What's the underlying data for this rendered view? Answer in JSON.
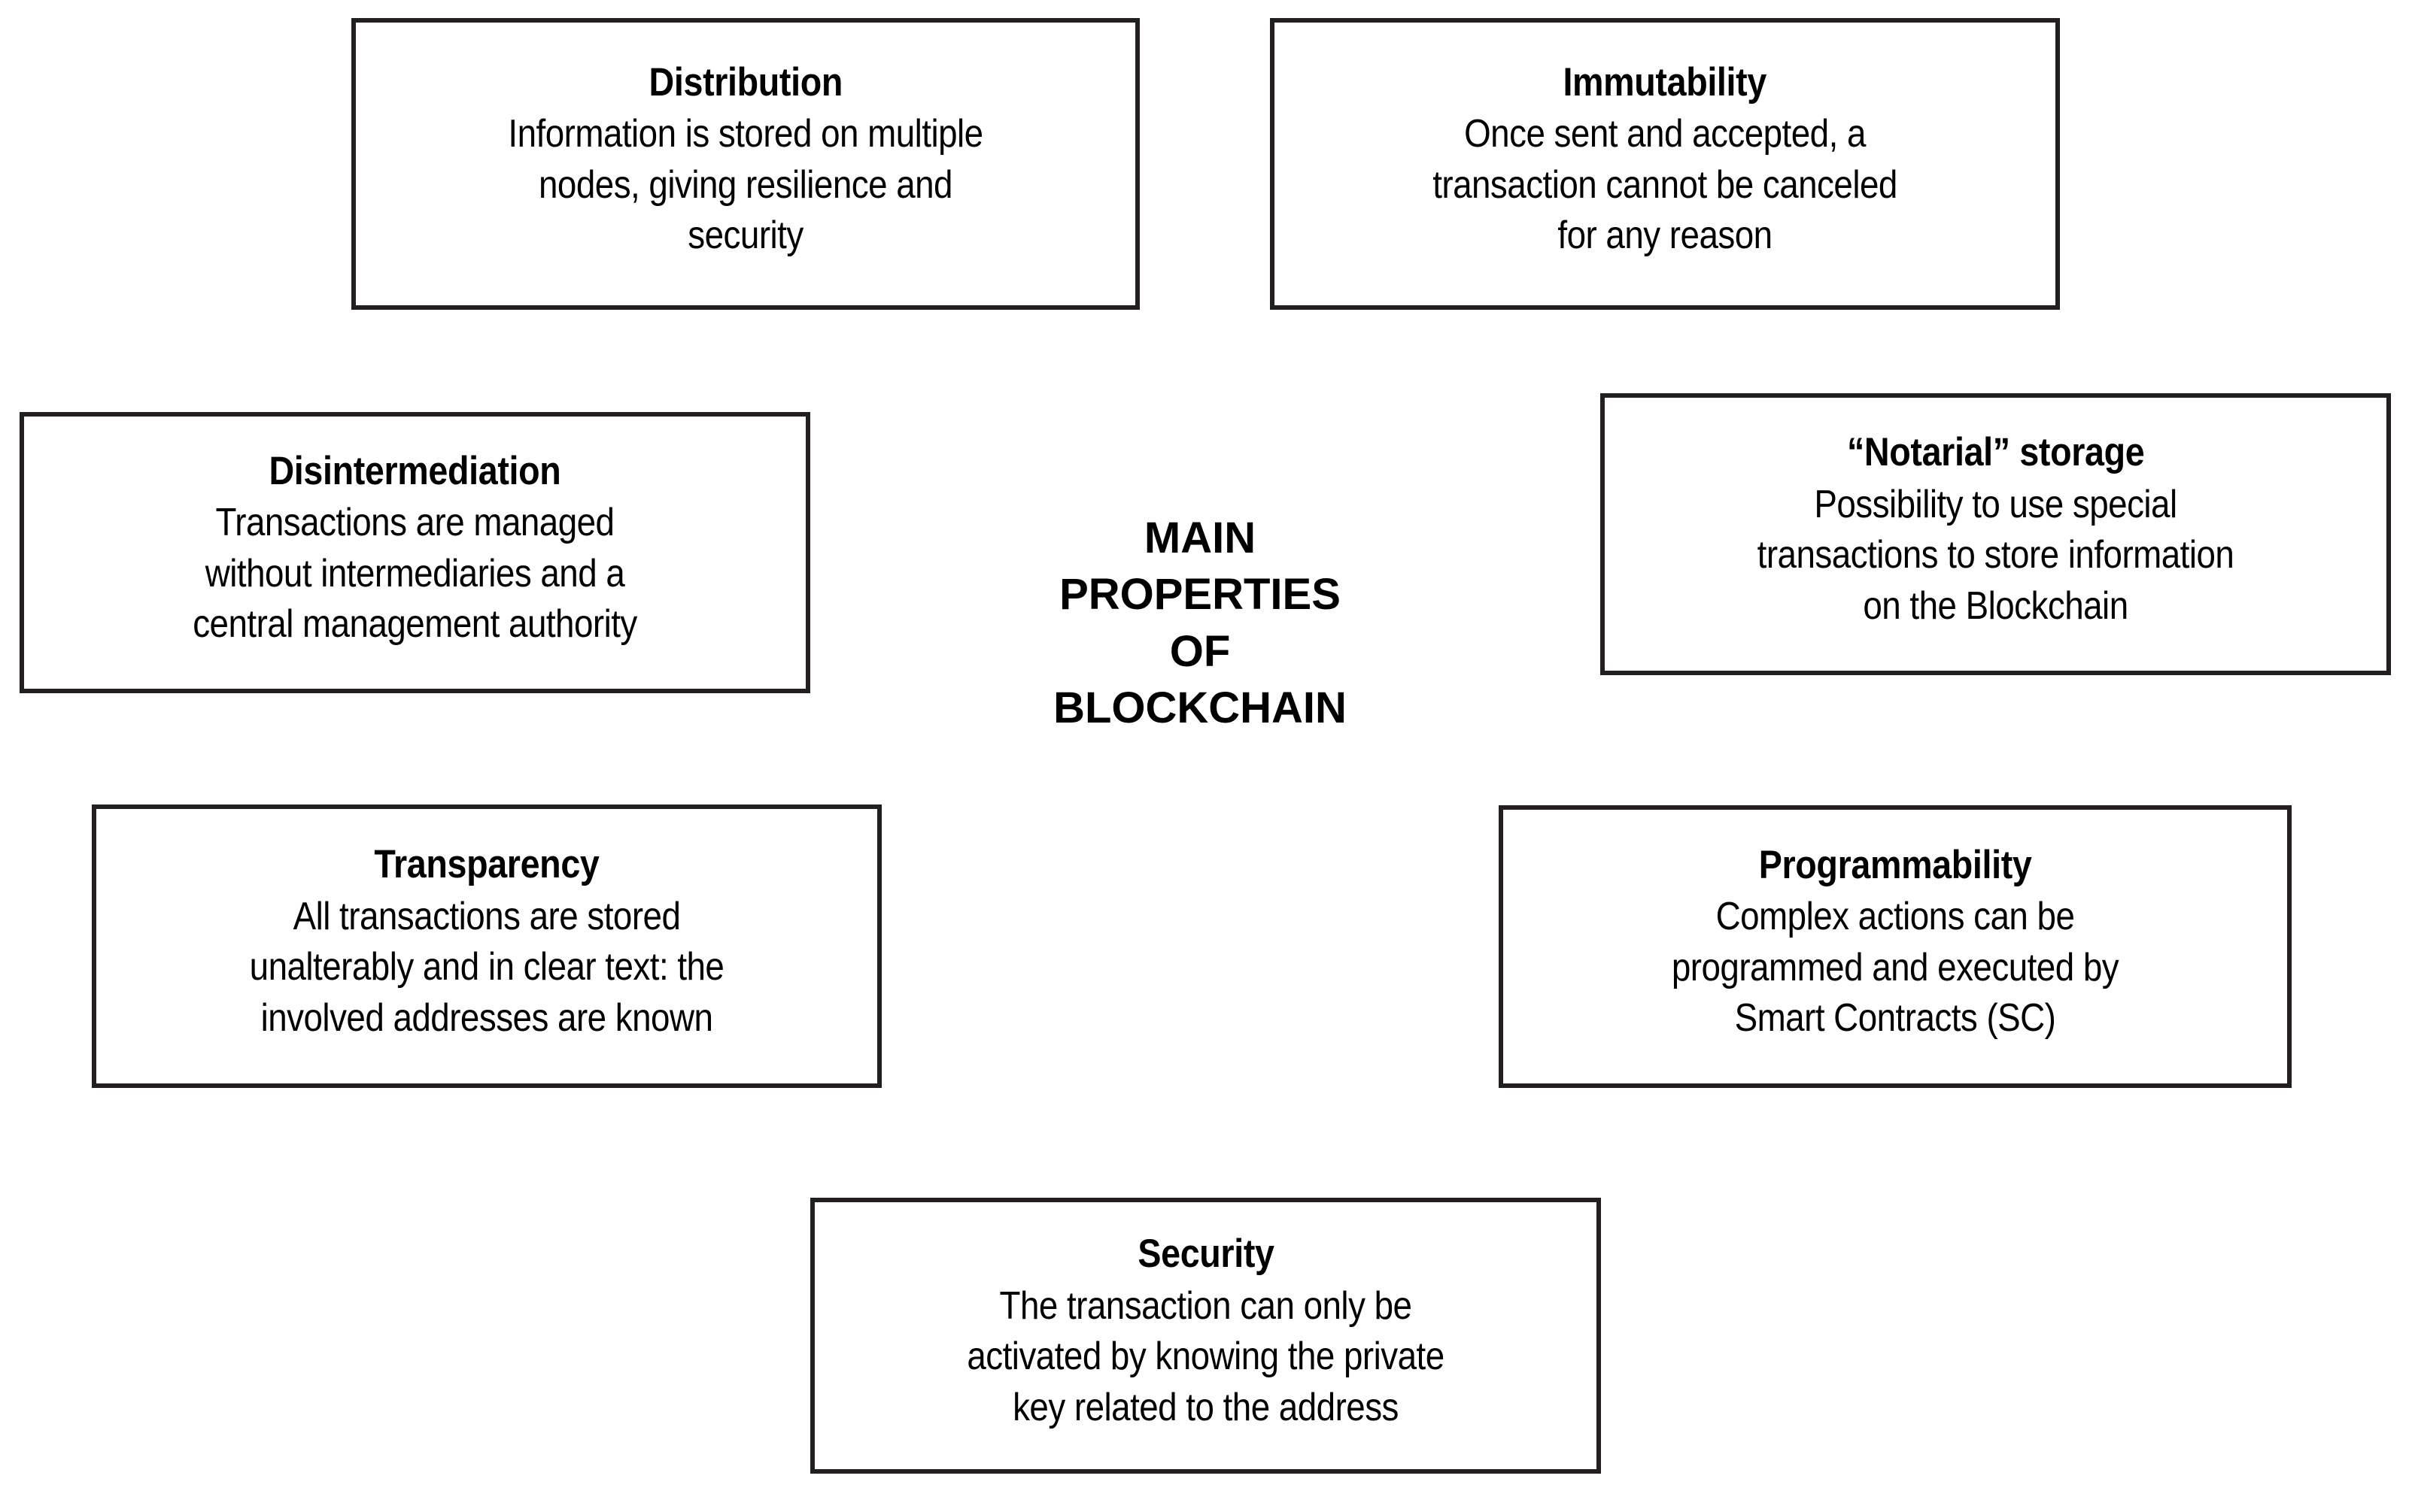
{
  "diagram": {
    "center": {
      "name": "main-properties-of-blockchain",
      "lines": [
        "MAIN",
        "PROPERTIES",
        "OF",
        "BLOCKCHAIN"
      ],
      "line1": "MAIN",
      "line2": "PROPERTIES",
      "line3": "OF",
      "line4": "BLOCKCHAIN"
    },
    "boxes": [
      {
        "id": "distribution",
        "title": "Distribution",
        "lines": [
          "Information is stored on multiple",
          "nodes, giving resilience and",
          "security"
        ],
        "line1": "Information is stored on multiple",
        "line2": "nodes, giving resilience and",
        "line3": "security",
        "text": "Information is stored on multiple nodes, giving resilience and security"
      },
      {
        "id": "immutability",
        "title": "Immutability",
        "lines": [
          "Once sent and accepted, a",
          "transaction cannot be canceled",
          "for any reason"
        ],
        "line1": "Once sent and accepted, a",
        "line2": "transaction cannot be canceled",
        "line3": "for any reason",
        "text": "Once sent and accepted, a transaction cannot be canceled for any reason"
      },
      {
        "id": "disintermediation",
        "title": "Disintermediation",
        "lines": [
          "Transactions are managed",
          "without intermediaries and a",
          "central management authority"
        ],
        "line1": "Transactions are managed",
        "line2": "without intermediaries and a",
        "line3": "central management authority",
        "text": "Transactions are managed without intermediaries and a central management authority"
      },
      {
        "id": "notarial-storage",
        "title": "“Notarial” storage",
        "lines": [
          "Possibility to use special",
          "transactions to store information",
          "on the Blockchain"
        ],
        "line1": "Possibility to use special",
        "line2": "transactions to store information",
        "line3": "on the Blockchain",
        "text": "Possibility to use special transactions to store information on the Blockchain"
      },
      {
        "id": "transparency",
        "title": "Transparency",
        "lines": [
          "All transactions are stored",
          "unalterably and in clear text: the",
          "involved addresses are known"
        ],
        "line1": "All transactions are stored",
        "line2": "unalterably and in clear text: the",
        "line3": "involved addresses are known",
        "text": "All transactions are stored unalterably and in clear text: the involved addresses are known"
      },
      {
        "id": "programmability",
        "title": "Programmability",
        "lines": [
          "Complex actions can be",
          "programmed and executed by",
          "Smart Contracts (SC)"
        ],
        "line1": "Complex actions can be",
        "line2": "programmed and executed by",
        "line3": "Smart Contracts (SC)",
        "text": "Complex actions can be programmed and executed by Smart Contracts (SC)"
      },
      {
        "id": "security",
        "title": "Security",
        "lines": [
          "The transaction can only be",
          "activated by knowing the private",
          "key related to the address"
        ],
        "line1": "The transaction can only be",
        "line2": "activated by knowing the private",
        "line3": "key related to the address",
        "text": "The transaction can only be activated by knowing the private key related to the address"
      }
    ],
    "colors": {
      "background": "#ffffff",
      "box_border": "#231f20",
      "text": "#000000"
    }
  }
}
